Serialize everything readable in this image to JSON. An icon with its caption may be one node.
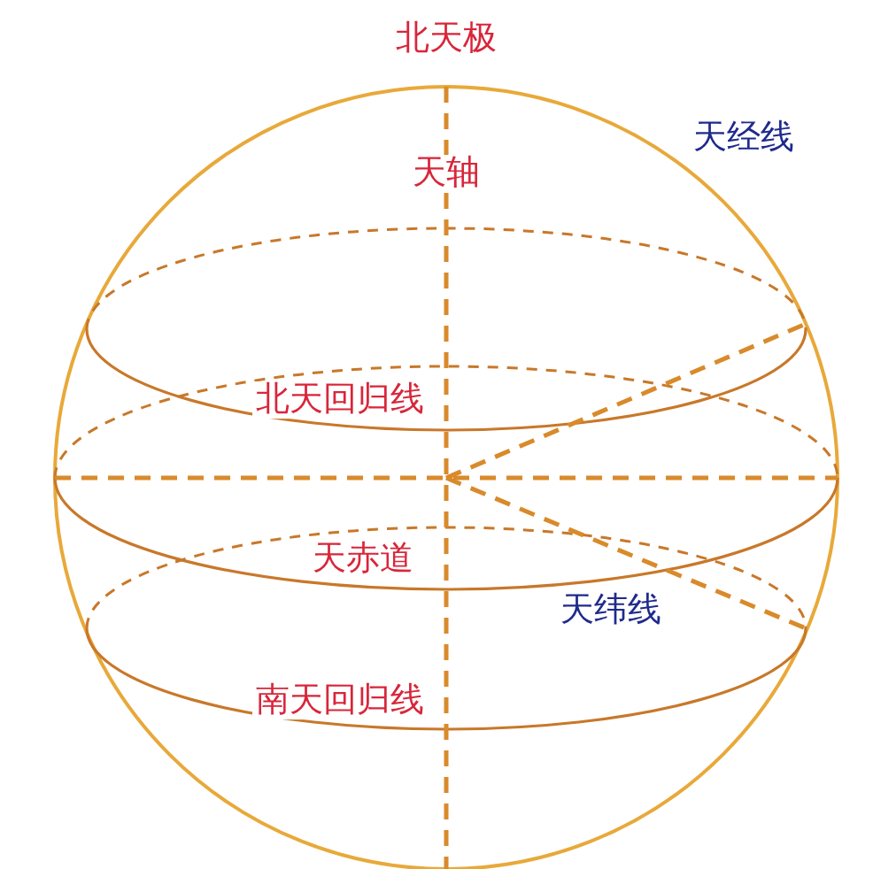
{
  "diagram": {
    "labels": [
      "北天极",
      "天经线",
      "天轴",
      "北天回归线",
      "天赤道",
      "天纬线",
      "南天回归线"
    ]
  }
}
